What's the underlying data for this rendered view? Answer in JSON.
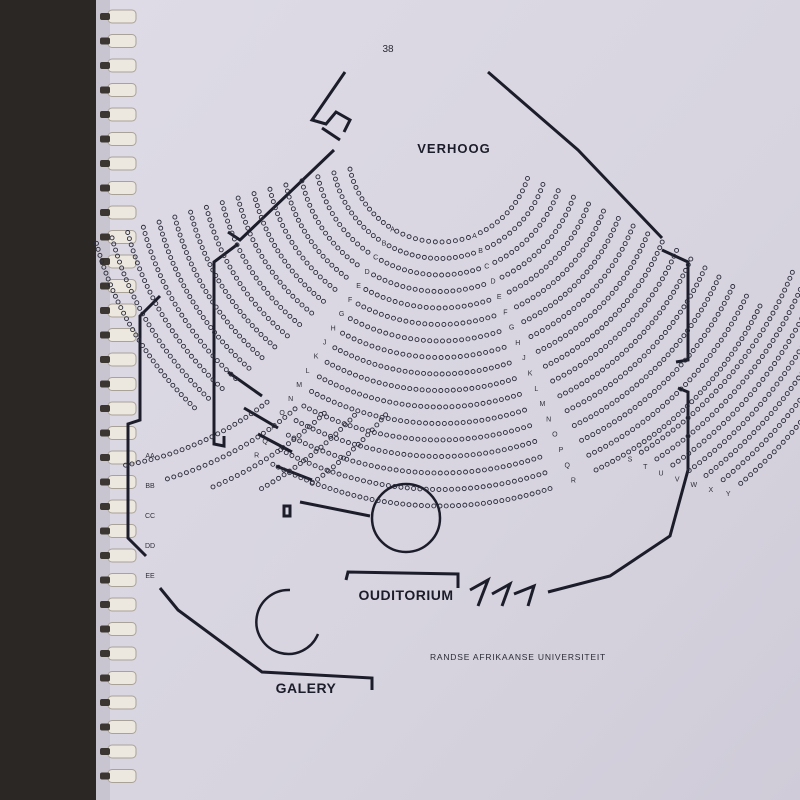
{
  "page": {
    "number": "38",
    "university": "RANDSE   AFRIKAANSE UNIVERSITEIT"
  },
  "labels": {
    "stage": "VERHOOG",
    "auditorium": "OUDITORIUM",
    "gallery": "GALERY"
  },
  "rows": {
    "main_left": [
      "A",
      "B",
      "C",
      "D",
      "E",
      "F",
      "G",
      "H",
      "J",
      "K",
      "L",
      "M",
      "N",
      "O",
      "P",
      "Q",
      "R"
    ],
    "main_right": [
      "A",
      "B",
      "C",
      "D",
      "E",
      "F",
      "G",
      "H",
      "J",
      "K",
      "L",
      "M",
      "N",
      "O",
      "P",
      "Q",
      "R"
    ],
    "rear": [
      "S",
      "T",
      "U",
      "V",
      "W",
      "X",
      "Y"
    ],
    "gallery": [
      "AA",
      "BB",
      "CC",
      "DD",
      "EE"
    ]
  },
  "colors": {
    "paper": "#d9d6e2",
    "ink": "#1c1d2a",
    "binding": "#e9e4dc",
    "background": "#2a2724"
  }
}
